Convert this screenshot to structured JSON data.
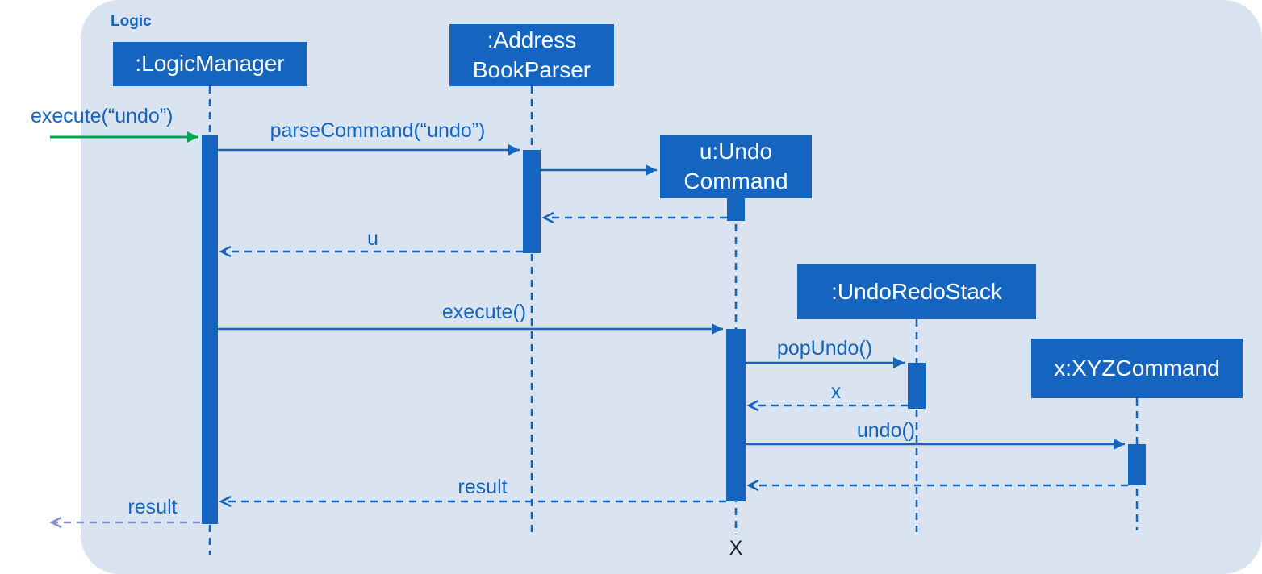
{
  "frame": {
    "label": "Logic"
  },
  "colors": {
    "primary": "#1565c0",
    "frame_bg": "#dae4f1",
    "green": "#00a651",
    "slate": "#8290c9",
    "box_text": "#ffffff",
    "destroy": "#222222"
  },
  "participants": [
    {
      "name": "LogicManager",
      "lines": [
        ":LogicManager"
      ]
    },
    {
      "name": "AddressBookParser",
      "lines": [
        ":Address",
        "BookParser"
      ]
    },
    {
      "name": "UndoCommand",
      "lines": [
        "u:Undo",
        "Command"
      ]
    },
    {
      "name": "UndoRedoStack",
      "lines": [
        ":UndoRedoStack"
      ]
    },
    {
      "name": "XYZCommand",
      "lines": [
        "x:XYZCommand"
      ]
    }
  ],
  "messages": {
    "execute_undo": "execute(“undo”)",
    "parse_command": "parseCommand(“undo”)",
    "u_return": "u",
    "execute": "execute()",
    "pop_undo": "popUndo()",
    "x_return": "x",
    "undo": "undo()",
    "result_inner": "result",
    "result_outer": "result"
  },
  "destroy_marker": "X"
}
